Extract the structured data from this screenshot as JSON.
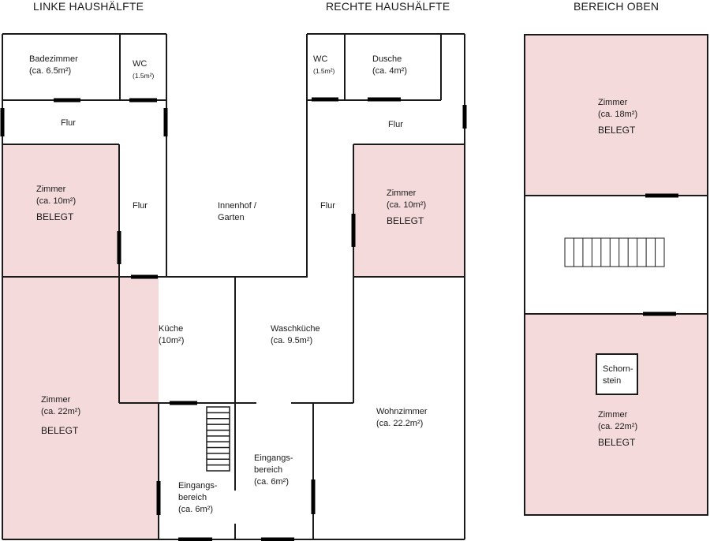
{
  "sections": {
    "left": {
      "title": "LINKE HAUSHÄLFTE"
    },
    "right": {
      "title": "RECHTE HAUSHÄLFTE"
    },
    "upper": {
      "title": "BEREICH OBEN"
    }
  },
  "colors": {
    "occupied_fill": "#f5dadb",
    "wall": "#1a1a1a",
    "free_fill": "#ffffff"
  },
  "rooms": {
    "badezimmer": {
      "name": "Badezimmer",
      "area": "(ca. 6.5m²)"
    },
    "wc_left": {
      "name": "WC",
      "area": "(1.5m²)"
    },
    "flur_left_top": {
      "name": "Flur"
    },
    "zimmer_left_small": {
      "name": "Zimmer",
      "area": "(ca. 10m²)",
      "status": "BELEGT",
      "occupied": true
    },
    "flur_left_mid": {
      "name": "Flur"
    },
    "innenhof": {
      "name": "Innenhof /",
      "name2": "Garten"
    },
    "kueche": {
      "name": "Küche",
      "area": "(10m²)"
    },
    "zimmer_left_large": {
      "name": "Zimmer",
      "area": "(ca. 22m²)",
      "status": "BELEGT",
      "occupied": true
    },
    "eingang_left": {
      "name": "Eingangs-",
      "name2": "bereich",
      "area": "(ca. 6m²)"
    },
    "wc_right": {
      "name": "WC",
      "area": "(1.5m²)"
    },
    "dusche": {
      "name": "Dusche",
      "area": "(ca. 4m²)"
    },
    "flur_right_top": {
      "name": "Flur"
    },
    "flur_right_mid": {
      "name": "Flur"
    },
    "zimmer_right_small": {
      "name": "Zimmer",
      "area": "(ca. 10m²)",
      "status": "BELEGT",
      "occupied": true
    },
    "waschkueche": {
      "name": "Waschküche",
      "area": "(ca. 9.5m²)"
    },
    "eingang_right": {
      "name": "Eingangs-",
      "name2": "bereich",
      "area": "(ca. 6m²)"
    },
    "wohnzimmer": {
      "name": "Wohnzimmer",
      "area": "(ca. 22.2m²)"
    },
    "upper_zimmer_top": {
      "name": "Zimmer",
      "area": "(ca. 18m²)",
      "status": "BELEGT",
      "occupied": true
    },
    "upper_zimmer_bottom": {
      "name": "Zimmer",
      "area": "(ca. 22m²)",
      "status": "BELEGT",
      "occupied": true
    },
    "schornstein": {
      "name": "Schorn-",
      "name2": "stein"
    }
  },
  "stairs": {
    "ground_steps": 11,
    "upper_steps": 11
  }
}
